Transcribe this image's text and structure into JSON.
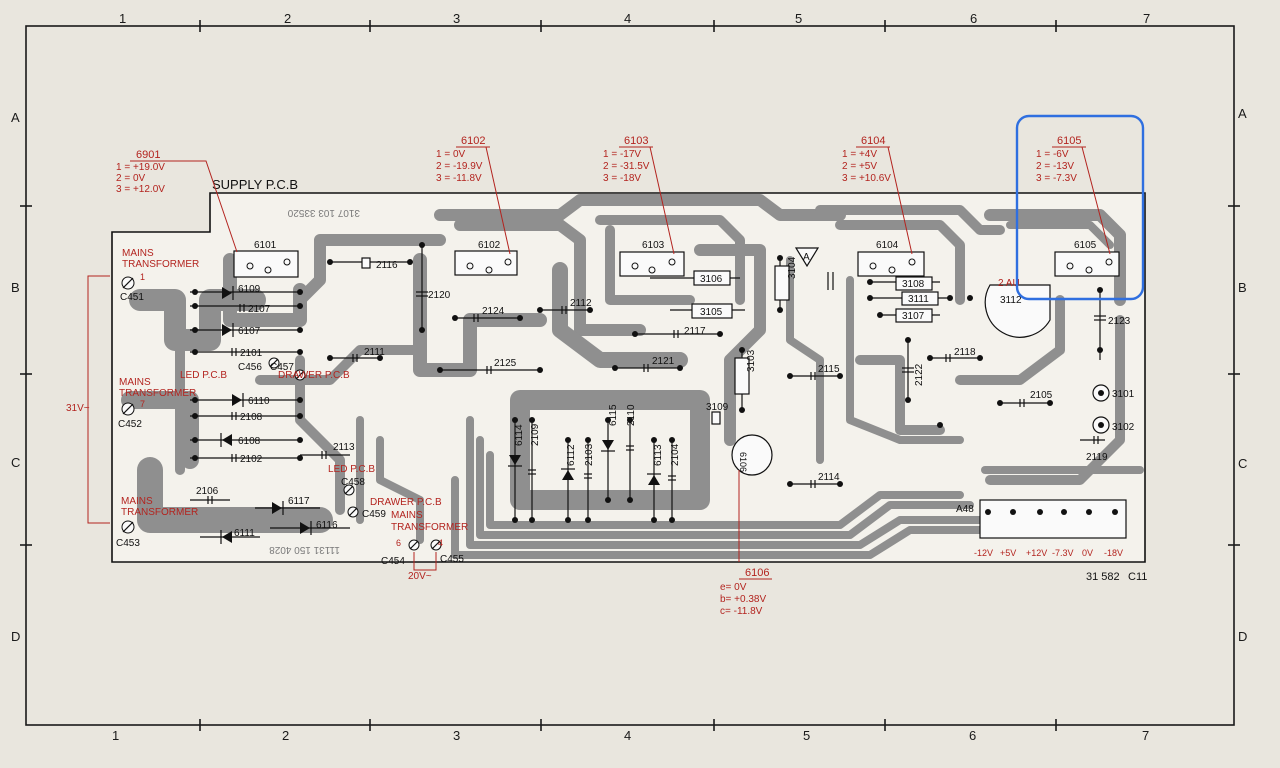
{
  "grid": {
    "columns": [
      "1",
      "2",
      "3",
      "4",
      "5",
      "6",
      "7"
    ],
    "rows": [
      "A",
      "B",
      "C",
      "D"
    ]
  },
  "board": {
    "title": "SUPPLY P.C.B",
    "mirror_top": "3107 103 33520",
    "mirror_bottom": "11131 150 4028",
    "doc_number": "31 582",
    "doc_revision": "C11"
  },
  "callouts": {
    "c6901": {
      "ref": "6901",
      "lines": [
        "1 = +19.0V",
        "2 =   0V",
        "3 = +12.0V"
      ]
    },
    "c6102": {
      "ref": "6102",
      "lines": [
        "1 =   0V",
        "2 = -19.9V",
        "3 = -11.8V"
      ]
    },
    "c6103": {
      "ref": "6103",
      "lines": [
        "1 = -17V",
        "2 = -31.5V",
        "3 = -18V"
      ]
    },
    "c6104": {
      "ref": "6104",
      "lines": [
        "1 = +4V",
        "2 = +5V",
        "3 = +10.6V"
      ]
    },
    "c6105": {
      "ref": "6105",
      "lines": [
        "1 = -6V",
        "2 = -13V",
        "3 = -7.3V"
      ]
    },
    "c6106": {
      "ref": "6106",
      "lines": [
        "e=   0V",
        "b= +0.38V",
        "c= -11.8V"
      ]
    }
  },
  "connections": {
    "mains1": [
      "MAINS",
      "TRANSFORMER"
    ],
    "mains2": [
      "MAINS",
      "TRANSFORMER"
    ],
    "mains3": [
      "MAINS",
      "TRANSFORMER"
    ],
    "mains4": [
      "MAINS",
      "TRANSFORMER"
    ],
    "led1": "LED P.C.B",
    "drawer1": "DRAWER P.C.B",
    "led2": "LED P.C.B",
    "drawer2": "DRAWER P.C.B",
    "v31": "31V~",
    "v20": "20V~",
    "pin1": "1",
    "pin7": "7",
    "pin6": "6",
    "pin4": "4",
    "pin2au": "2 AU",
    "connector_ref": "A48",
    "connector_voltages": [
      "-12V",
      "+5V",
      "+12V",
      "-7.3V",
      "0V",
      "-18V"
    ]
  },
  "terminals": [
    "C451",
    "C452",
    "C453",
    "C454",
    "C455",
    "C456",
    "C457",
    "C458",
    "C459"
  ],
  "chips": [
    "6101",
    "6102",
    "6103",
    "6104",
    "6105",
    "6106"
  ],
  "components": {
    "d6109": "6109",
    "d6107": "6107",
    "d6110": "6110",
    "d6108": "6108",
    "d6117": "6117",
    "d6111": "6111",
    "d6116": "6116",
    "d6114": "6114",
    "d6112": "6112",
    "d6115": "6115",
    "d6113": "6113",
    "c2107": "2107",
    "c2101": "2101",
    "c2108": "2108",
    "c2102": "2102",
    "c2106": "2106",
    "c2116": "2116",
    "c2120": "2120",
    "c2124": "2124",
    "c2111": "2111",
    "c2113": "2113",
    "c2125": "2125",
    "c2112": "2112",
    "c2117": "2117",
    "c2121": "2121",
    "c2109": "2109",
    "c2103": "2103",
    "c2110": "2110",
    "c2104": "2104",
    "c2115": "2115",
    "c2114": "2114",
    "c2122": "2122",
    "c2118": "2118",
    "c2105": "2105",
    "c2119": "2119",
    "c2123": "2123",
    "r3106": "3106",
    "r3105": "3105",
    "r3104": "3104",
    "r3103": "3103",
    "r3109": "3109",
    "r3108": "3108",
    "r3111": "3111",
    "r3107": "3107",
    "r3112": "3112",
    "r3101": "3101",
    "r3102": "3102",
    "tp_a": "A"
  },
  "colors": {
    "annotation": "#b3241f",
    "trace": "#8f8f8f",
    "highlight": "#2f6fe0"
  }
}
